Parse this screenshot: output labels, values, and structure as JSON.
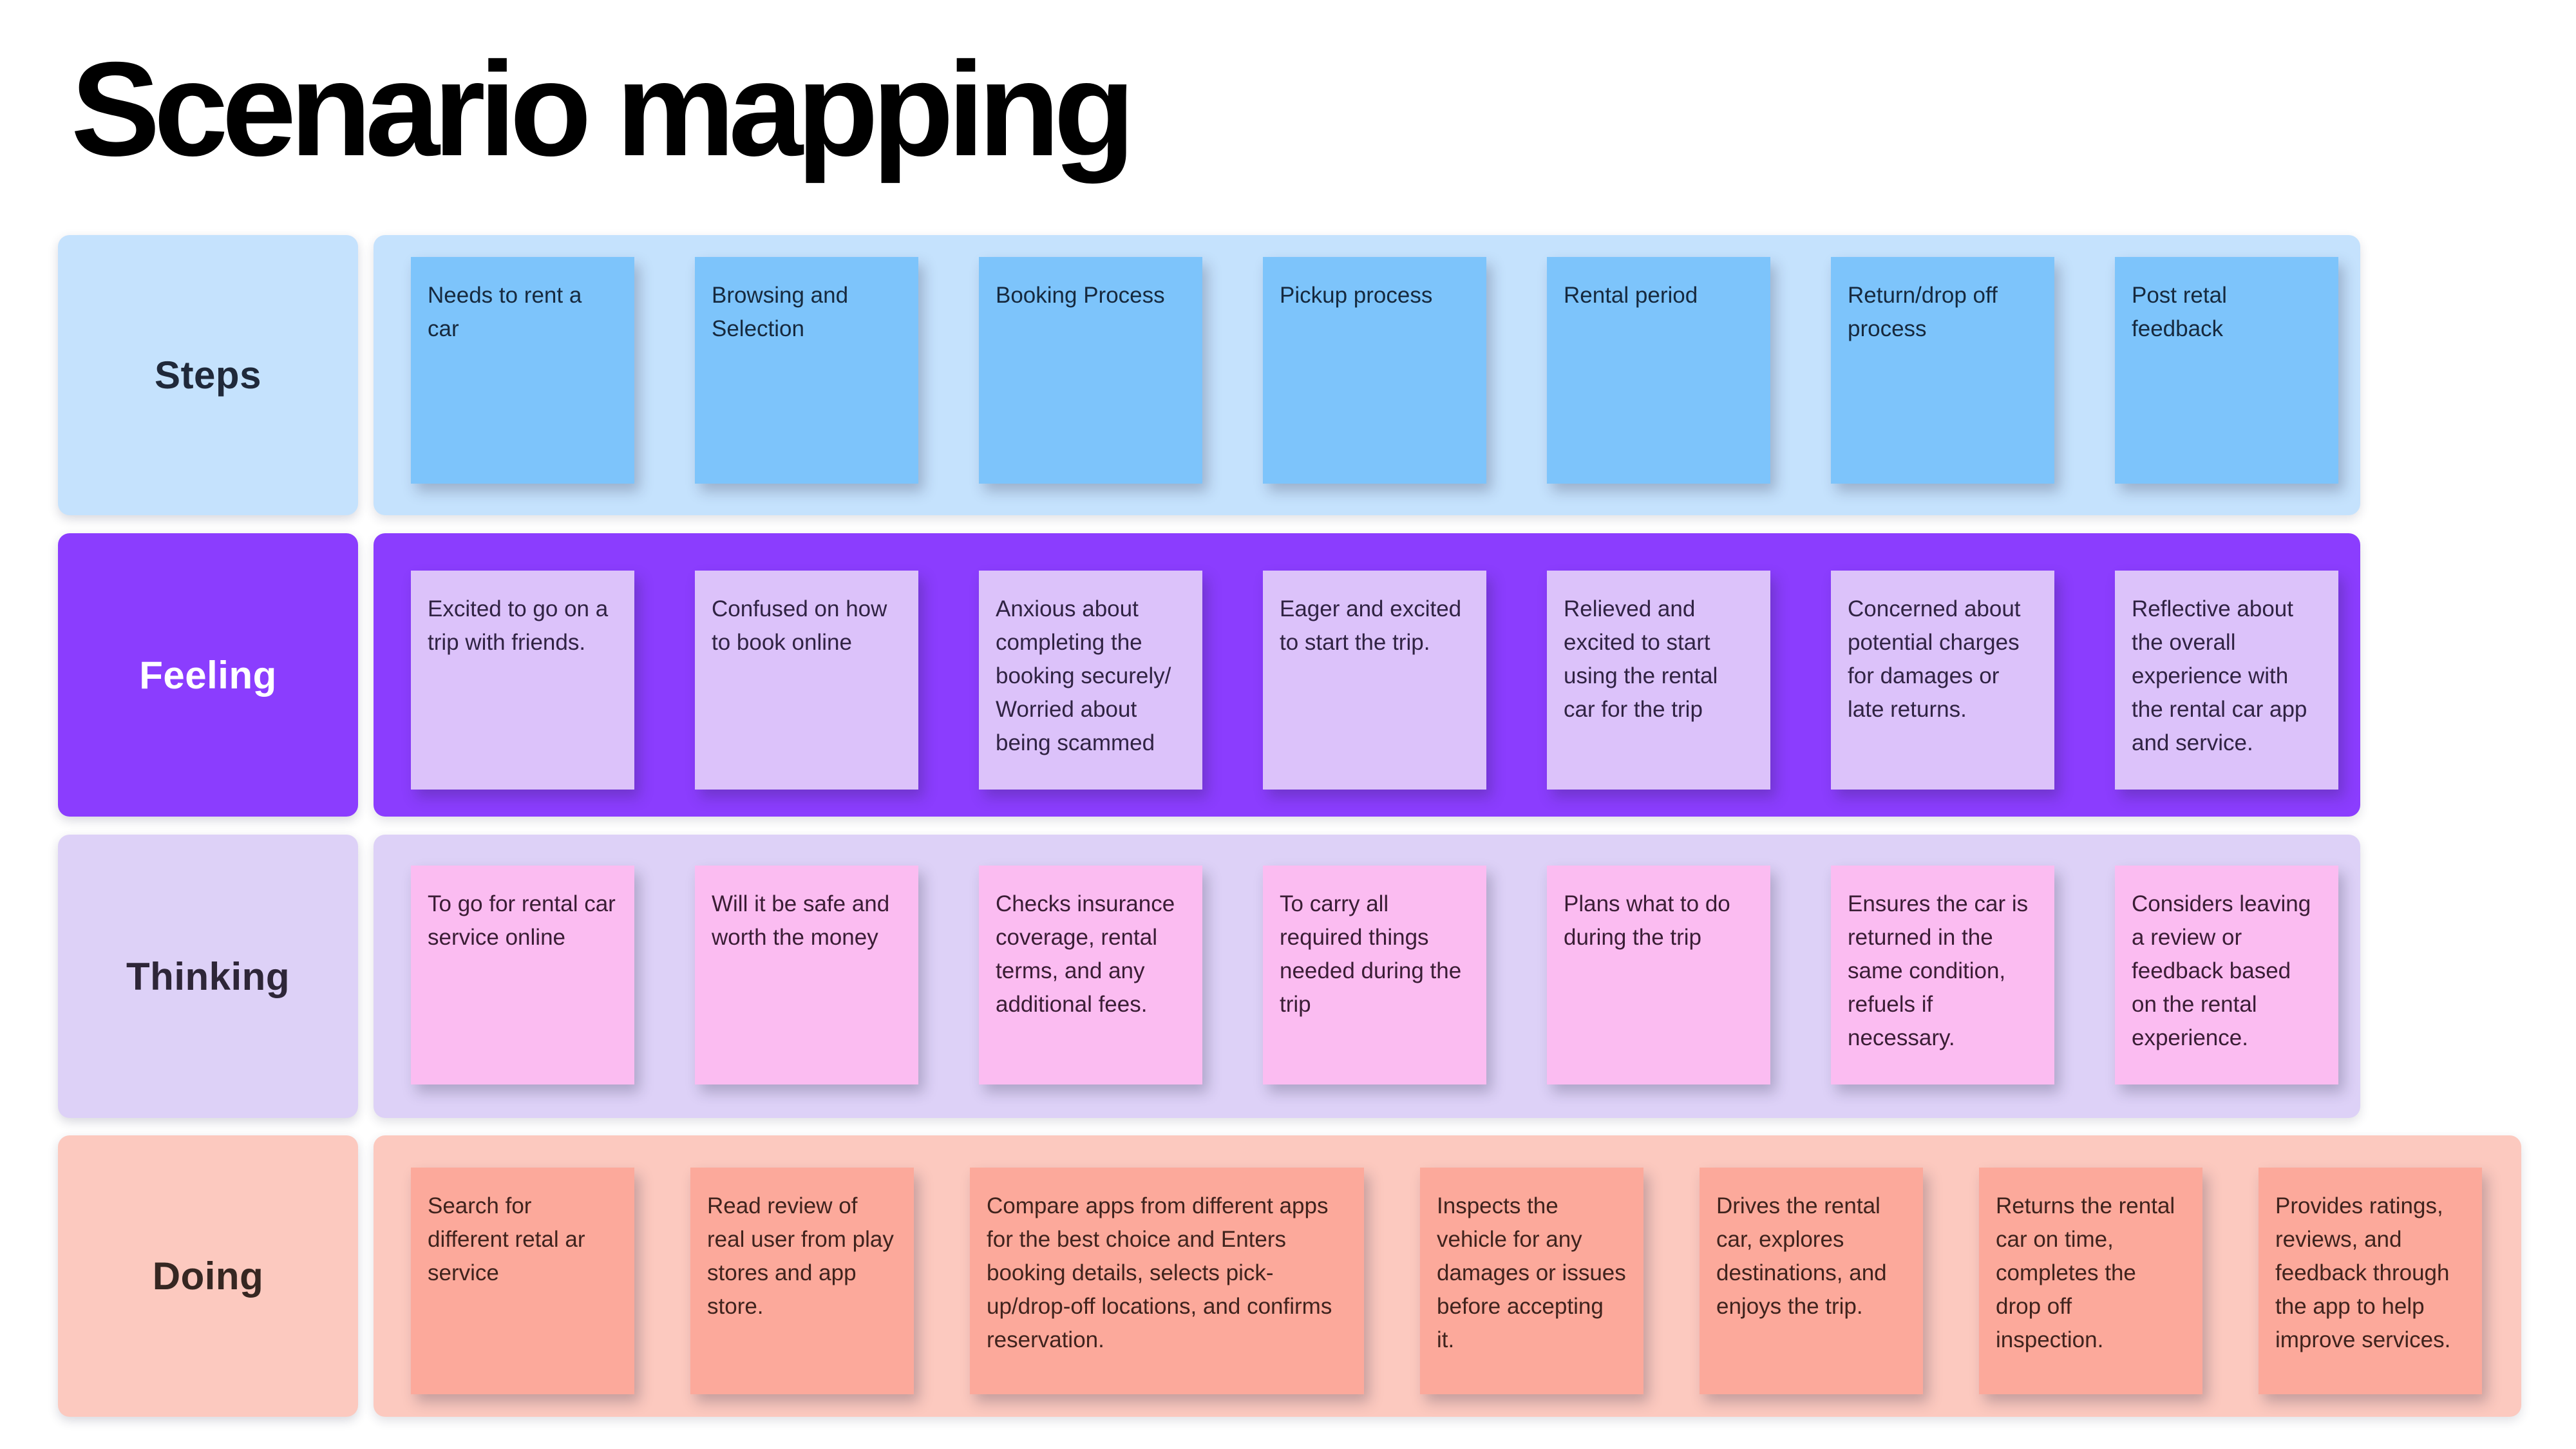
{
  "title": "Scenario mapping",
  "rows": [
    {
      "label": "Steps",
      "colors": {
        "track": "#C5E2FD",
        "card": "#7DC4FB",
        "label_text": "#20293A",
        "card_text": "#16293E"
      },
      "cards": [
        "Needs to rent a car",
        "Browsing and Selection",
        "Booking Process",
        "Pickup process",
        "Rental period",
        "Return/drop off process",
        "Post retal feedback"
      ]
    },
    {
      "label": "Feeling",
      "colors": {
        "track": "#8B3DFE",
        "card": "#DCC2FA",
        "label_text": "#FFFFFF",
        "card_text": "#302343"
      },
      "cards": [
        "Excited to go on a trip with friends.",
        "Confused on how to book online",
        "Anxious about completing the booking securely/ Worried about being scammed",
        "Eager and excited to start the trip.",
        "Relieved and excited to start using the rental car for the trip",
        "Concerned about potential charges for damages or late returns.",
        "Reflective about the overall experience with the rental car app and service."
      ]
    },
    {
      "label": "Thinking",
      "colors": {
        "track": "#DDD1F7",
        "card": "#FBBCF1",
        "label_text": "#2E2638",
        "card_text": "#3A1D35"
      },
      "cards": [
        "To go for rental car service online",
        "Will it be safe and worth the money",
        "Checks insurance coverage, rental terms, and any additional fees.",
        "To carry all required things needed during the trip",
        "Plans what to do during the trip",
        "Ensures the car is returned in the same condition, refuels if necessary.",
        "Considers leaving a review or feedback based on the rental experience."
      ]
    },
    {
      "label": "Doing",
      "colors": {
        "track": "#FCC9BF",
        "card": "#FCA99B",
        "label_text": "#362722",
        "card_text": "#3F231D"
      },
      "cards": [
        "Search for different retal ar service",
        "Read review of real user from play stores and app store.",
        "Compare apps from different apps for the best choice and Enters booking details, selects pick-up/drop-off locations, and confirms reservation.",
        "Inspects the vehicle for any damages or issues before accepting it.",
        "Drives the rental car, explores destinations, and enjoys the trip.",
        "Returns the rental car on time, completes  the drop off inspection.",
        "Provides ratings, reviews, and feedback through the app to help improve services."
      ]
    }
  ]
}
